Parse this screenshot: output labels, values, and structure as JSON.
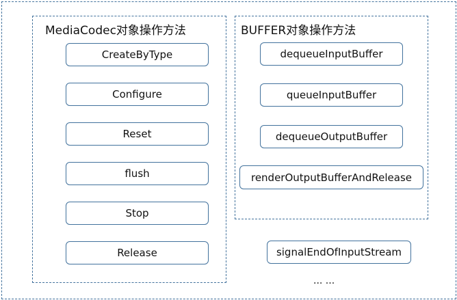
{
  "mediacodec": {
    "title": "MediaCodec对象操作方法",
    "methods": [
      "CreateByType",
      "Configure",
      "Reset",
      "flush",
      "Stop",
      "Release"
    ]
  },
  "buffer": {
    "title": "BUFFER对象操作方法",
    "methods": [
      "dequeueInputBuffer",
      "queueInputBuffer",
      "dequeueOutputBuffer",
      "renderOutputBufferAndRelease"
    ]
  },
  "extra": {
    "method": "signalEndOfInputStream",
    "ellipsis": "... ..."
  },
  "colors": {
    "border": "#41719c"
  }
}
